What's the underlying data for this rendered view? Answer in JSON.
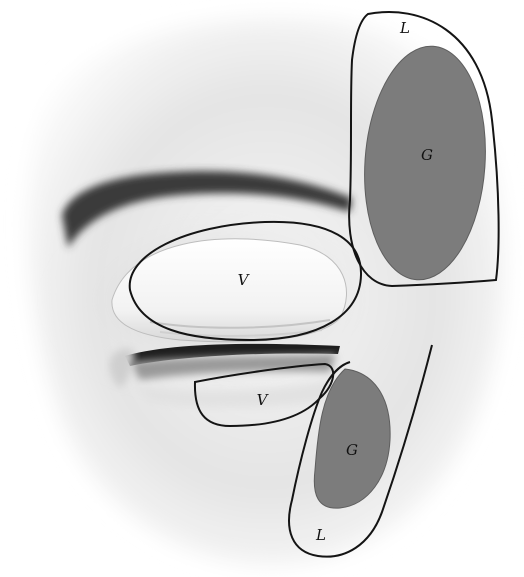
{
  "figure": {
    "labels": {
      "lacrimal_upper": "L",
      "gland_upper": "G",
      "eyelid_upper": "V",
      "eyelid_lower": "V",
      "gland_lower": "G",
      "lacrimal_lower": "L"
    },
    "colors": {
      "background": "#ffffff",
      "skin_shade": "#e6e6e6",
      "brow": "#3a3a3a",
      "lash": "#1e1e1e",
      "gland_fill": "#7c7c7c",
      "outline": "#141414"
    }
  }
}
